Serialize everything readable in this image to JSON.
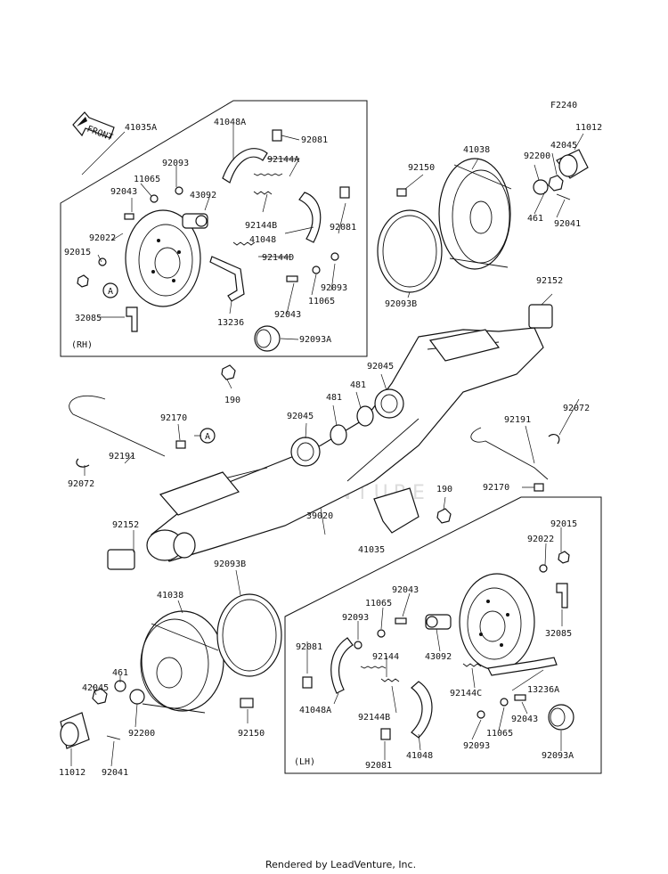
{
  "diagram_id": "F2240",
  "front_label": "FRONT",
  "watermark": "LEADVENTURE",
  "footer": "Rendered by LeadVenture, Inc.",
  "rh": {
    "tag": "(RH)",
    "assembly": "41035A",
    "labels": [
      {
        "id": "41048A",
        "text": "41048A"
      },
      {
        "id": "92081a",
        "text": "92081"
      },
      {
        "id": "92144A",
        "text": "92144A"
      },
      {
        "id": "92093a",
        "text": "92093"
      },
      {
        "id": "11065a",
        "text": "11065"
      },
      {
        "id": "92043a",
        "text": "92043"
      },
      {
        "id": "43092a",
        "text": "43092"
      },
      {
        "id": "92144B",
        "text": "92144B"
      },
      {
        "id": "92081b",
        "text": "92081"
      },
      {
        "id": "41048",
        "text": "41048"
      },
      {
        "id": "92022a",
        "text": "92022"
      },
      {
        "id": "92015a",
        "text": "92015"
      },
      {
        "id": "A1",
        "text": "A"
      },
      {
        "id": "92144D",
        "text": "92144D"
      },
      {
        "id": "92093b",
        "text": "92093"
      },
      {
        "id": "11065b",
        "text": "11065"
      },
      {
        "id": "92043b",
        "text": "92043"
      },
      {
        "id": "32085a",
        "text": "32085"
      },
      {
        "id": "13236",
        "text": "13236"
      },
      {
        "id": "92093A",
        "text": "92093A"
      }
    ]
  },
  "lh": {
    "tag": "(LH)",
    "assembly": "41035",
    "labels": [
      {
        "id": "92043c",
        "text": "92043"
      },
      {
        "id": "11065c",
        "text": "11065"
      },
      {
        "id": "92093c",
        "text": "92093"
      },
      {
        "id": "92081c",
        "text": "92081"
      },
      {
        "id": "43092b",
        "text": "43092"
      },
      {
        "id": "92144",
        "text": "92144"
      },
      {
        "id": "41048A2",
        "text": "41048A"
      },
      {
        "id": "92144C",
        "text": "92144C"
      },
      {
        "id": "13236A",
        "text": "13236A"
      },
      {
        "id": "92144B2",
        "text": "92144B"
      },
      {
        "id": "92043d",
        "text": "92043"
      },
      {
        "id": "11065d",
        "text": "11065"
      },
      {
        "id": "92093d",
        "text": "92093"
      },
      {
        "id": "92081d",
        "text": "92081"
      },
      {
        "id": "41048b",
        "text": "41048"
      },
      {
        "id": "92093A2",
        "text": "92093A"
      }
    ]
  },
  "labels": [
    {
      "id": "11012a",
      "text": "11012"
    },
    {
      "id": "42045a",
      "text": "42045"
    },
    {
      "id": "41038a",
      "text": "41038"
    },
    {
      "id": "92200a",
      "text": "92200"
    },
    {
      "id": "92150a",
      "text": "92150"
    },
    {
      "id": "461a",
      "text": "461"
    },
    {
      "id": "92041a",
      "text": "92041"
    },
    {
      "id": "92093Ba",
      "text": "92093B"
    },
    {
      "id": "92152a",
      "text": "92152"
    },
    {
      "id": "92045a",
      "text": "92045"
    },
    {
      "id": "481a",
      "text": "481"
    },
    {
      "id": "481b",
      "text": "481"
    },
    {
      "id": "190a",
      "text": "190"
    },
    {
      "id": "92170a",
      "text": "92170"
    },
    {
      "id": "A2",
      "text": "A"
    },
    {
      "id": "92045b",
      "text": "92045"
    },
    {
      "id": "92191a",
      "text": "92191"
    },
    {
      "id": "92072a",
      "text": "92072"
    },
    {
      "id": "92191b",
      "text": "92191"
    },
    {
      "id": "92072b",
      "text": "92072"
    },
    {
      "id": "92170b",
      "text": "92170"
    },
    {
      "id": "190b",
      "text": "190"
    },
    {
      "id": "92152b",
      "text": "92152"
    },
    {
      "id": "39020",
      "text": "39020"
    },
    {
      "id": "92015b",
      "text": "92015"
    },
    {
      "id": "92022b",
      "text": "92022"
    },
    {
      "id": "32085b",
      "text": "32085"
    },
    {
      "id": "92093Bb",
      "text": "92093B"
    },
    {
      "id": "41038b",
      "text": "41038"
    },
    {
      "id": "461b",
      "text": "461"
    },
    {
      "id": "42045b",
      "text": "42045"
    },
    {
      "id": "92200b",
      "text": "92200"
    },
    {
      "id": "92150b",
      "text": "92150"
    },
    {
      "id": "11012b",
      "text": "11012"
    },
    {
      "id": "92041b",
      "text": "92041"
    }
  ]
}
